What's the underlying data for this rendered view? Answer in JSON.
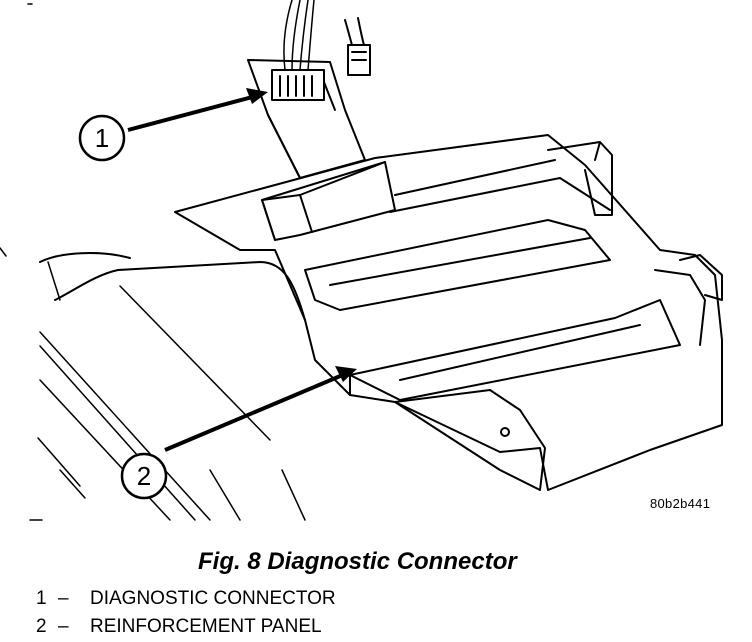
{
  "callouts": [
    {
      "number": "1"
    },
    {
      "number": "2"
    }
  ],
  "figure_code": "80b2b441",
  "caption": "Fig. 8 Diagnostic Connector",
  "legend": [
    {
      "number": "1",
      "dash": "–",
      "label": "DIAGNOSTIC CONNECTOR"
    },
    {
      "number": "2",
      "dash": "–",
      "label": "REINFORCEMENT PANEL"
    }
  ]
}
